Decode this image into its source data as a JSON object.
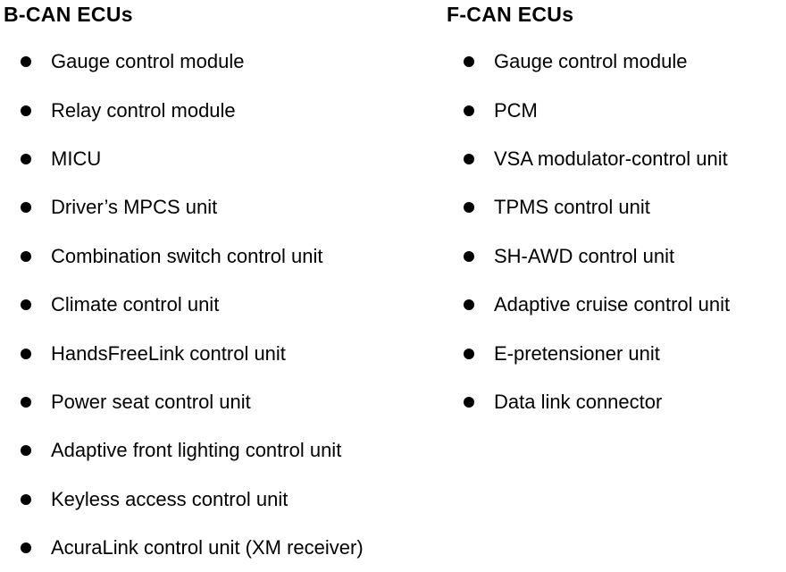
{
  "page": {
    "background_color": "#ffffff",
    "text_color": "#000000"
  },
  "columns": [
    {
      "header": "B-CAN ECUs",
      "items": [
        "Gauge control module",
        "Relay control module",
        "MICU",
        "Driver’s MPCS unit",
        "Combination switch control unit",
        "Climate control unit",
        "HandsFreeLink control unit",
        "Power seat control unit",
        "Adaptive front lighting control unit",
        "Keyless access control unit",
        "AcuraLink control unit (XM receiver)"
      ]
    },
    {
      "header": "F-CAN ECUs",
      "items": [
        "Gauge control module",
        "PCM",
        "VSA modulator-control unit",
        "TPMS control unit",
        "SH-AWD control unit",
        "Adaptive cruise control unit",
        "E-pretensioner unit",
        "Data link connector"
      ]
    }
  ]
}
